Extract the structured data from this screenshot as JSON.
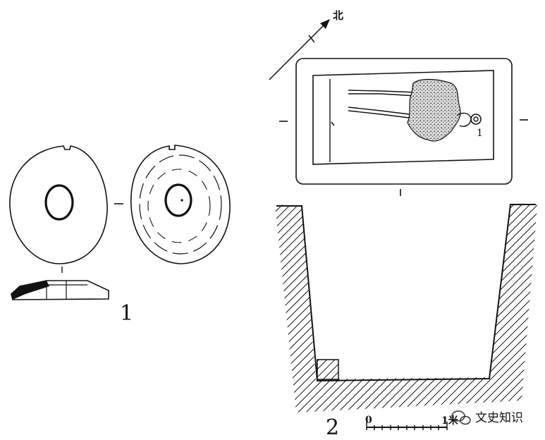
{
  "figure": {
    "north_label": "北",
    "fig1_label": "1",
    "fig2_label": "2",
    "artifact_label": "1",
    "scale": {
      "start": "0",
      "end": "1米"
    }
  },
  "watermark": {
    "text": "文史知识"
  },
  "colors": {
    "ink": "#111111",
    "paper": "#ffffff",
    "stipple": "#cfcfcf"
  }
}
